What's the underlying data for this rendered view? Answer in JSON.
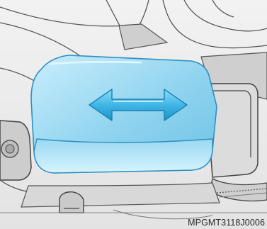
{
  "figure": {
    "code": "MPGMT3118J0006",
    "subject": "armrest",
    "arrow": "double-headed-horizontal",
    "highlight_color": "#8fd3ef",
    "arrow_color": "#3fb6e6",
    "line_color": "#4a4a4a"
  }
}
